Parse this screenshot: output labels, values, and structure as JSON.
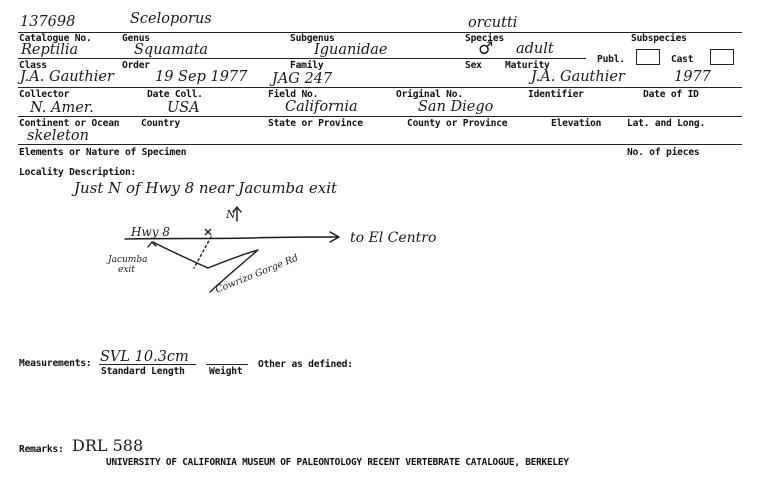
{
  "row1": {
    "catalogue_no_value": "137698",
    "genus_value": "Sceloporus",
    "species_value": "orcutti",
    "catalogue_no_label": "Catalogue No.",
    "genus_label": "Genus",
    "subgenus_label": "Subgenus",
    "species_label": "Species",
    "subspecies_label": "Subspecies"
  },
  "row2": {
    "class_value": "Reptilia",
    "order_value": "Squamata",
    "family_value": "Iguanidae",
    "sex_value": "♂",
    "maturity_value": "adult",
    "publ_label": "Publ.",
    "cast_label": "Cast",
    "class_label": "Class",
    "order_label": "Order",
    "family_label": "Family",
    "sex_label": "Sex",
    "maturity_label": "Maturity"
  },
  "row3": {
    "collector_value": "J.A. Gauthier",
    "date_coll_value": "19 Sep 1977",
    "field_no_value": "JAG 247",
    "identifier_value": "J.A. Gauthier",
    "date_of_id_value": "1977",
    "collector_label": "Collector",
    "date_coll_label": "Date Coll.",
    "field_no_label": "Field No.",
    "original_no_label": "Original No.",
    "identifier_label": "Identifier",
    "date_of_id_label": "Date of ID"
  },
  "row4": {
    "continent_value": "N. Amer.",
    "country_value": "USA",
    "state_value": "California",
    "county_value": "San Diego",
    "continent_label": "Continent or Ocean",
    "country_label": "Country",
    "state_label": "State or Province",
    "county_label": "County or Province",
    "elevation_label": "Elevation",
    "latlong_label": "Lat. and Long."
  },
  "row5": {
    "elements_value": "skeleton",
    "elements_label": "Elements or Nature of Specimen",
    "pieces_label": "No. of pieces"
  },
  "locality": {
    "label": "Locality Description:",
    "text": "Just N of Hwy 8 near Jacumba exit",
    "map": {
      "north": "N",
      "hwy": "Hwy 8",
      "exit_1": "Jacumba",
      "exit_2": "exit",
      "destination": "to El Centro",
      "road": "Cowrizo Gorge Rd"
    }
  },
  "measurements": {
    "label": "Measurements:",
    "standard_length_value": "SVL 10.3cm",
    "standard_length_label": "Standard Length",
    "weight_label": "Weight",
    "other_label": "Other as defined:"
  },
  "remarks": {
    "label": "Remarks:",
    "value": "DRL 588"
  },
  "footer": "UNIVERSITY OF CALIFORNIA MUSEUM OF PALEONTOLOGY RECENT VERTEBRATE CATALOGUE, BERKELEY"
}
